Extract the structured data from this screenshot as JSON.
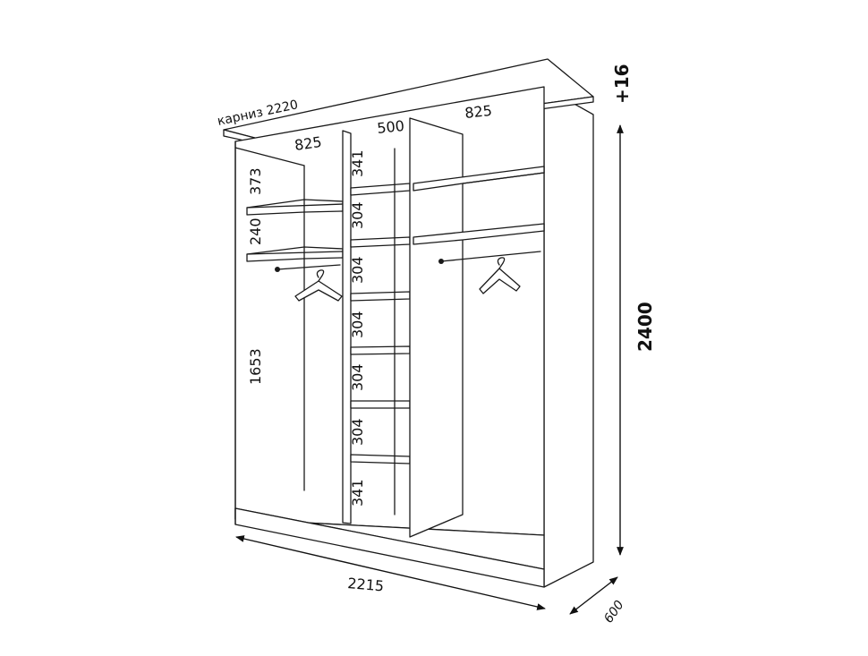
{
  "cornice": {
    "label": "карниз 2220"
  },
  "top_dims": {
    "left": "825",
    "middle": "500",
    "right": "825"
  },
  "overall": {
    "width": "2215",
    "height": "2400",
    "depth": "600",
    "plus": "+16"
  },
  "left_section": {
    "h1": "373",
    "h2": "240",
    "h3": "1653"
  },
  "middle_section": {
    "shelves": [
      "341",
      "304",
      "304",
      "304",
      "304",
      "304",
      "341"
    ]
  }
}
